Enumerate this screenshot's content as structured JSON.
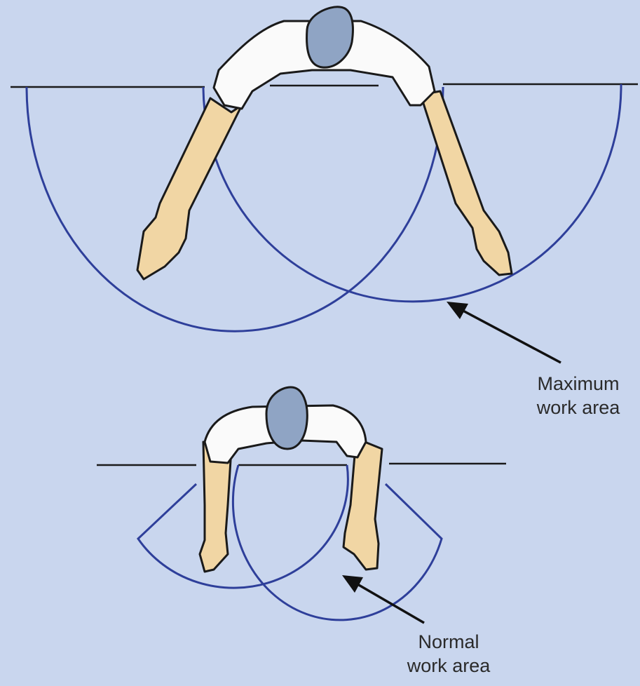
{
  "diagram": {
    "maximum_label_line1": "Maximum",
    "maximum_label_line2": "work area",
    "normal_label_line1": "Normal",
    "normal_label_line2": "work area"
  },
  "colors": {
    "background": "#c9d6ee",
    "arc": "#2e3f9a",
    "skin": "#f1d6a4",
    "shirt": "#fafafa",
    "hair": "#8fa4c4"
  }
}
